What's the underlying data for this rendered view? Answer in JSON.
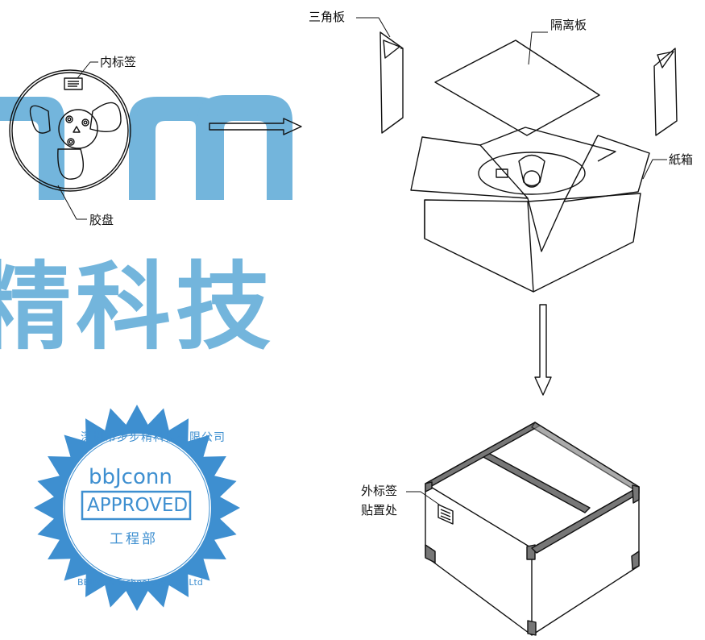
{
  "labels": {
    "triangle_board": "三角板",
    "separator_board": "隔离板",
    "inner_label": "内标签",
    "reel": "胶盘",
    "carton": "紙箱",
    "outer_label_line1": "外标签",
    "outer_label_line2": "贴置处"
  },
  "watermark": {
    "cn": "精科技",
    "color": "#5ba9d6"
  },
  "seal": {
    "color": "#3e8fd0",
    "arc_top": "深圳市步步精科技有限公司",
    "arc_bottom": "BBJconn Technology Co., Ltd",
    "brand": "bbJconn",
    "badge": "APPROVED",
    "department": "工程部"
  },
  "icons": [
    "reel-icon",
    "right-arrow-icon",
    "down-arrow-icon",
    "open-carton-icon",
    "closed-carton-icon",
    "triangle-board-icon",
    "separator-board-icon",
    "approval-seal-icon"
  ]
}
